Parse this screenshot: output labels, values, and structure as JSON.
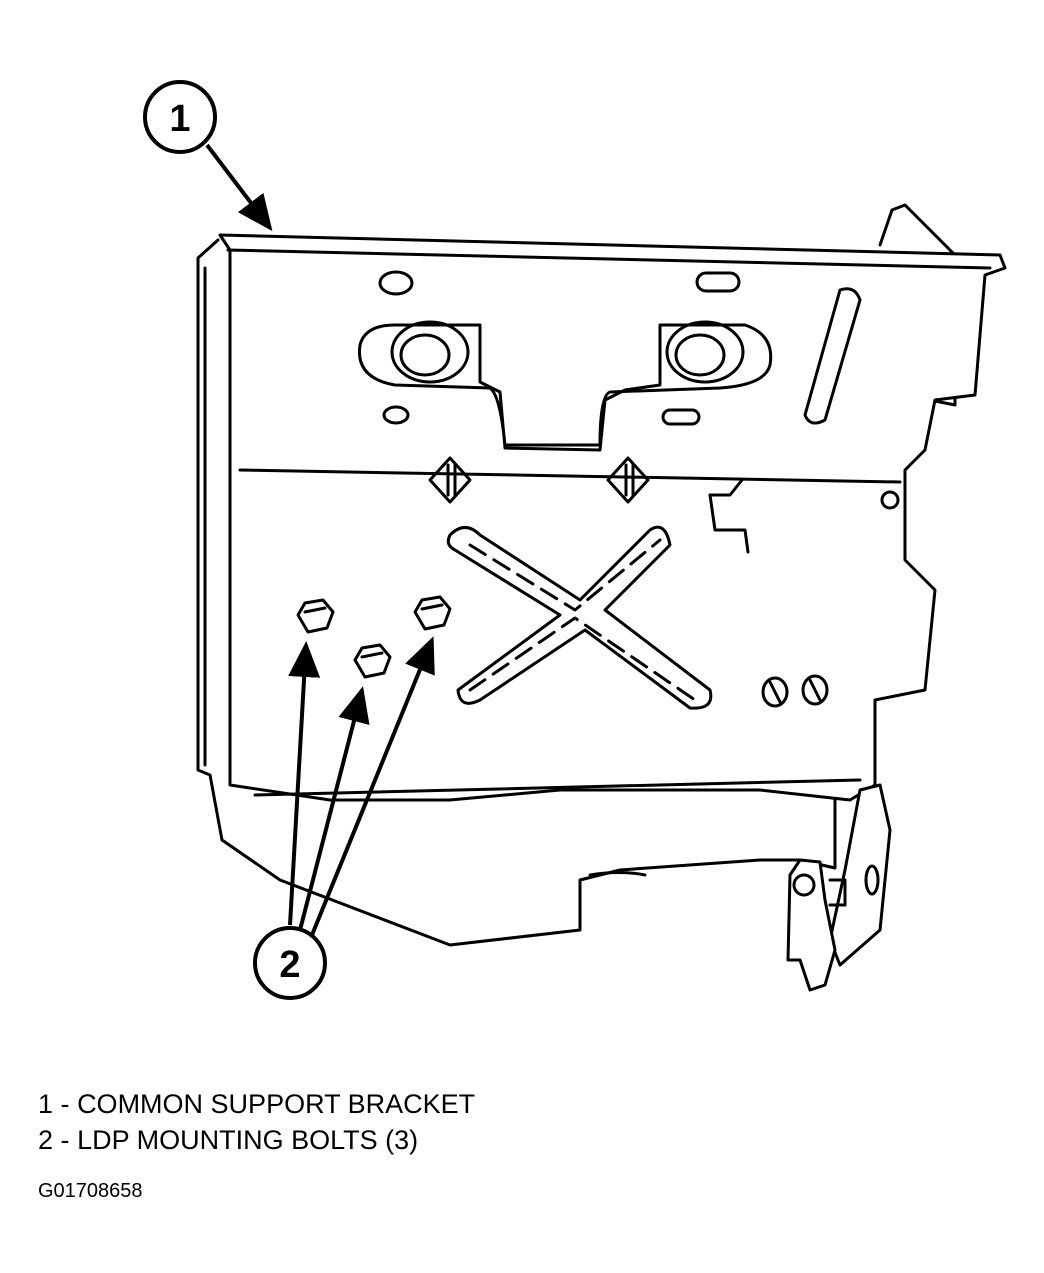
{
  "callouts": [
    {
      "number": "1"
    },
    {
      "number": "2"
    }
  ],
  "legend": [
    {
      "number": "1",
      "separator": "-",
      "label": "COMMON SUPPORT BRACKET"
    },
    {
      "number": "2",
      "separator": "-",
      "label": "LDP MOUNTING BOLTS (3)"
    }
  ],
  "figure_id": "G01708658"
}
